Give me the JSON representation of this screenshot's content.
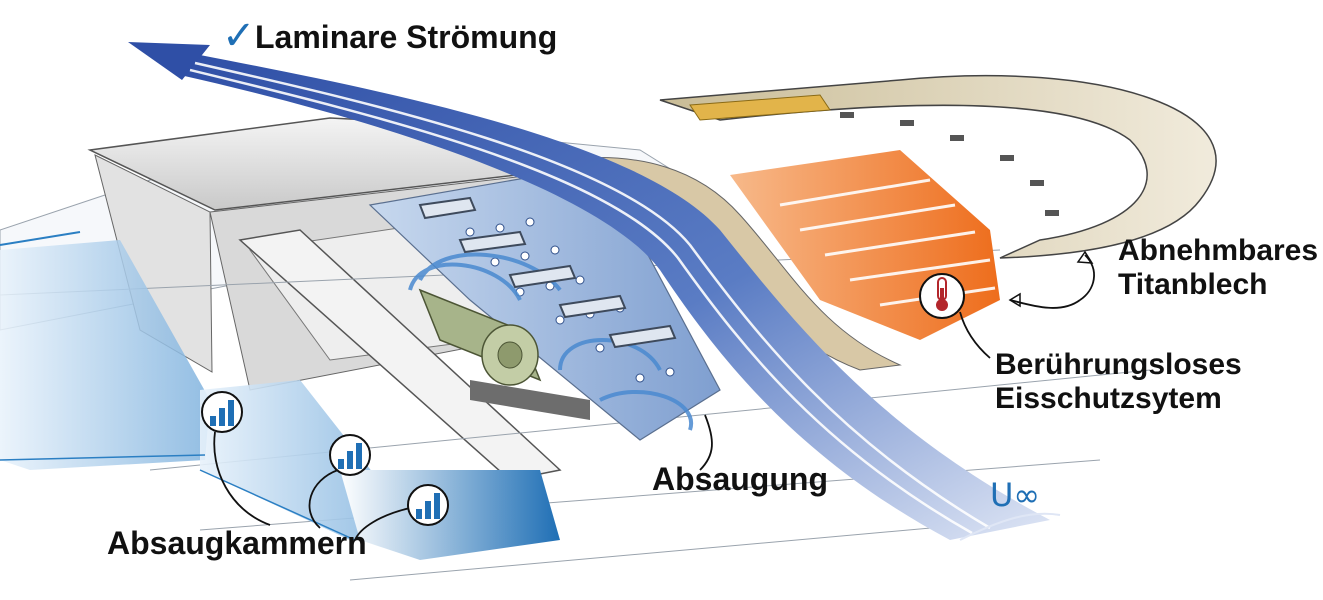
{
  "labels": {
    "laminar_flow": "Laminare Strömung",
    "removable_sheet_line1": "Abnehmbares",
    "removable_sheet_line2": "Titanblech",
    "ice_protection_line1": "Berührungsloses",
    "ice_protection_line2": "Eisschutzsytem",
    "suction": "Absaugung",
    "suction_chambers": "Absaugkammern",
    "freestream_velocity": "U∞"
  },
  "icons": {
    "check": "check-icon",
    "thermometer": "thermometer-icon",
    "chamber_gauge": "bar-gauge-icon"
  },
  "colors": {
    "flow_blue": "#3a5fb0",
    "chamber_blue": "#1f6fb5",
    "heater_orange": "#f07a2a",
    "thermometer_red": "#b3262b",
    "titanium_beige": "#d8cdb0",
    "motor_green": "#a7b48a"
  }
}
